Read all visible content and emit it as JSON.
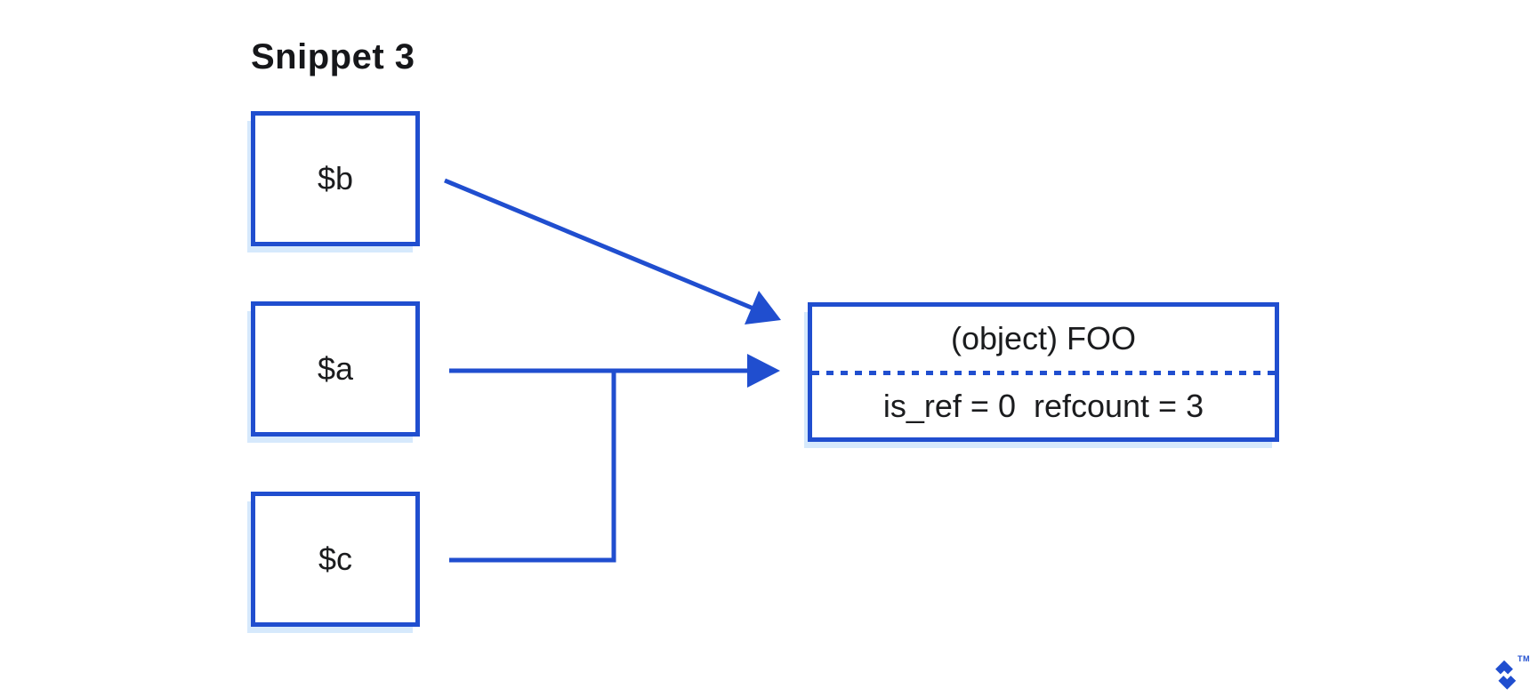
{
  "title": "Snippet 3",
  "colors": {
    "accent_blue": "#204ecf",
    "shadow_blue": "#d6e9fc",
    "text": "#1b1c1e"
  },
  "variables": [
    {
      "label": "$b"
    },
    {
      "label": "$a"
    },
    {
      "label": "$c"
    }
  ],
  "object_box": {
    "title": "(object) FOO",
    "props": "is_ref = 0  refcount = 3"
  },
  "logo": {
    "trademark": "TM"
  }
}
